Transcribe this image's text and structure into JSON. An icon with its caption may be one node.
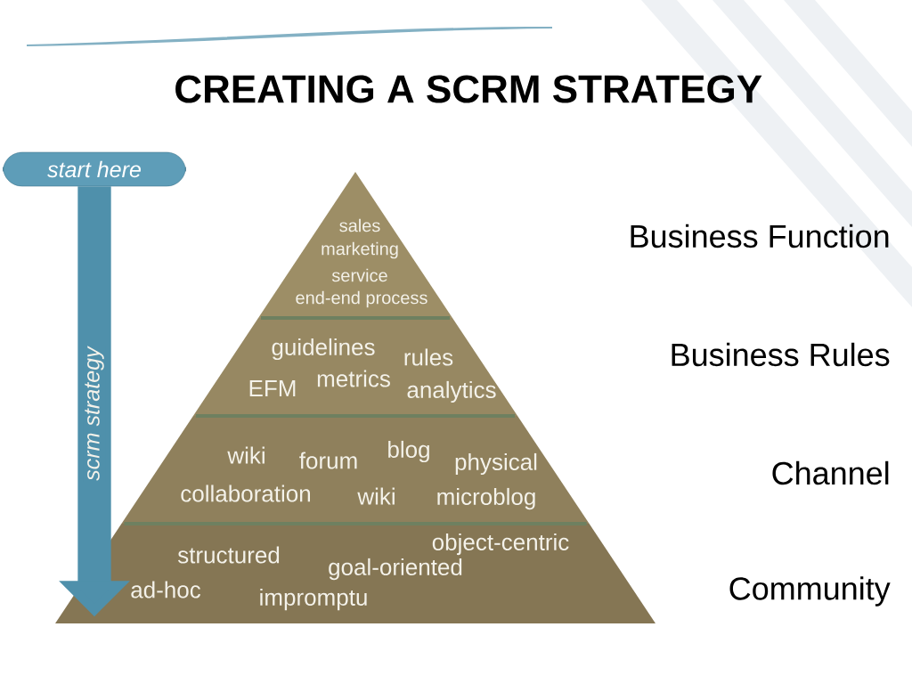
{
  "diagram": {
    "title": "CREATING A SCRM STRATEGY",
    "nodes": [
      {
        "text": [
          "start here"
        ]
      },
      {
        "text": [
          "sales",
          "marketing",
          "service",
          "end-end process"
        ]
      },
      {
        "text": [
          "guidelines",
          "rules",
          "EFM",
          "metrics",
          "analytics"
        ]
      },
      {
        "text": [
          "wiki",
          "forum",
          "blog",
          "physical",
          "collaboration",
          "wiki",
          "microblog"
        ]
      },
      {
        "text": [
          "structured",
          "object-centric",
          "goal-oriented",
          "ad-hoc",
          "impromptu"
        ]
      }
    ],
    "edges": [
      {
        "from": 0,
        "to": 4,
        "arrow": "to",
        "label": "scrm strategy"
      }
    ],
    "labels": [
      "Business Function",
      "Business Rules",
      "Channel",
      "Community"
    ]
  }
}
